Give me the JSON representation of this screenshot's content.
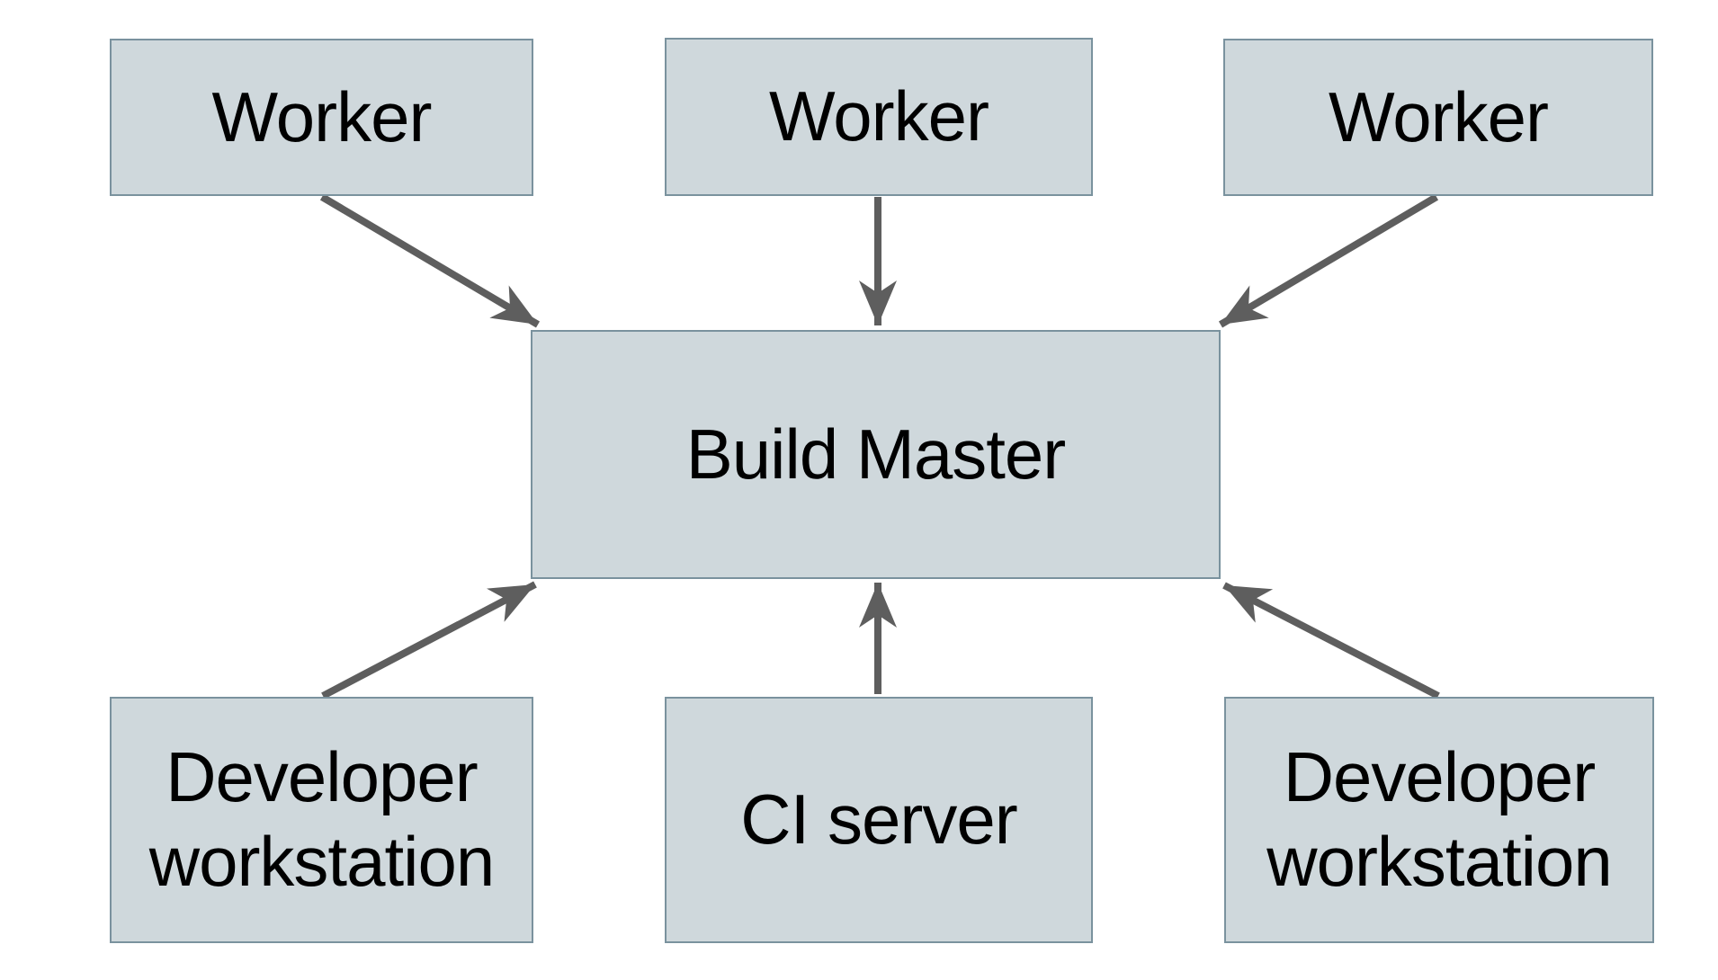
{
  "diagram": {
    "description": "Build system architecture diagram: workers, developer workstations and a CI server all connect to a central Build Master",
    "nodes": [
      {
        "id": "worker-1",
        "label": "Worker"
      },
      {
        "id": "worker-2",
        "label": "Worker"
      },
      {
        "id": "worker-3",
        "label": "Worker"
      },
      {
        "id": "build-master",
        "label": "Build Master"
      },
      {
        "id": "developer-workstation-left",
        "label": "Developer workstation"
      },
      {
        "id": "ci-server",
        "label": "CI server"
      },
      {
        "id": "developer-workstation-right",
        "label": "Developer workstation"
      }
    ],
    "edges": [
      {
        "from": "worker-1",
        "to": "build-master"
      },
      {
        "from": "worker-2",
        "to": "build-master"
      },
      {
        "from": "worker-3",
        "to": "build-master"
      },
      {
        "from": "developer-workstation-left",
        "to": "build-master"
      },
      {
        "from": "ci-server",
        "to": "build-master"
      },
      {
        "from": "developer-workstation-right",
        "to": "build-master"
      }
    ],
    "colors": {
      "background": "#ffffff",
      "node_fill": "#cfd8dc",
      "node_border": "#7a929e",
      "text": "#000000",
      "arrow": "#5e5e5e"
    }
  }
}
